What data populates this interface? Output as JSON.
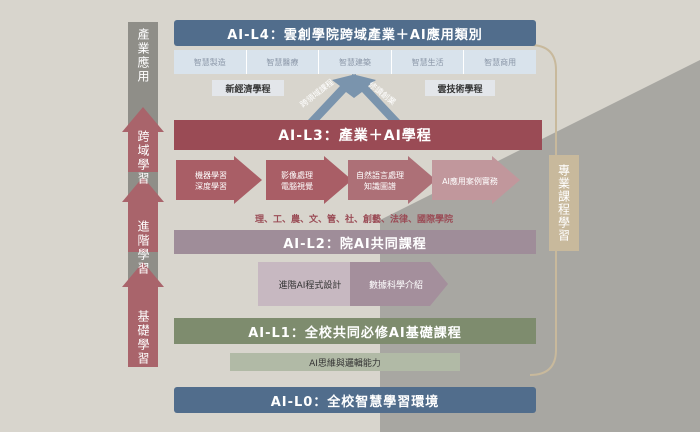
{
  "left_track": {
    "sections": [
      "產業應用",
      "跨域學習",
      "進階學習",
      "基礎學習"
    ]
  },
  "l4": {
    "title": "AI-L4：雲創學院跨域產業＋AI應用類別",
    "categories": [
      "智慧製造",
      "智慧醫療",
      "智慧建築",
      "智慧生活",
      "智慧商用"
    ],
    "tag_left": "新經濟學程",
    "tag_right": "雲技術學程",
    "arrow_left": "跨領域課程",
    "arrow_right": "修讀創業"
  },
  "l3": {
    "title": "AI-L3：產業＋AI學程",
    "arrows": [
      "機器學習\n深度學習",
      "影像處理\n電腦視覺",
      "自然語言處理\n知識圖譜",
      "AI應用案例實務"
    ],
    "colleges": "理、工、農、文、管、社、創藝、法律、國際學院"
  },
  "l2": {
    "title": "AI-L2：院AI共同課程",
    "courses": [
      "進階AI程式設計",
      "數據科學介紹"
    ]
  },
  "l1": {
    "title": "AI-L1：全校共同必修AI基礎課程",
    "sub": "AI思維與邏輯能力"
  },
  "l0": {
    "title": "AI-L0：全校智慧學習環境"
  },
  "right": {
    "label": "專業課程學習"
  },
  "colors": {
    "blue_bar": "#516d8c",
    "red_bar": "#9a4b55",
    "mauve_bar": "#9f8d99",
    "green_bar": "#7e8c6e",
    "tan_bar": "#c8b99c"
  }
}
